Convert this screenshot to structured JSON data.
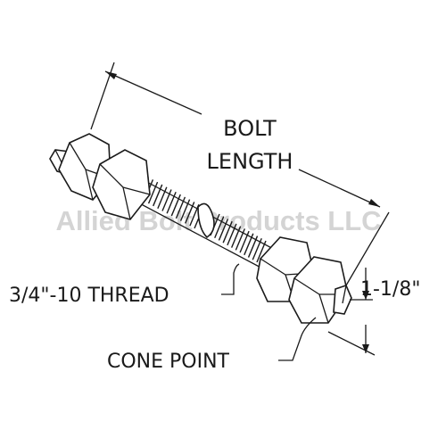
{
  "labels": {
    "bolt_length_line1": "BOLT",
    "bolt_length_line2": "LENGTH",
    "thread": "3/4\"-10 THREAD",
    "point_length": "1-1/8\"",
    "cone_point": "CONE POINT"
  },
  "watermark": "Allied Bolt Products LLC",
  "colors": {
    "line": "#1a1a1a",
    "watermark": "#d0d0d0",
    "background": "#ffffff"
  }
}
